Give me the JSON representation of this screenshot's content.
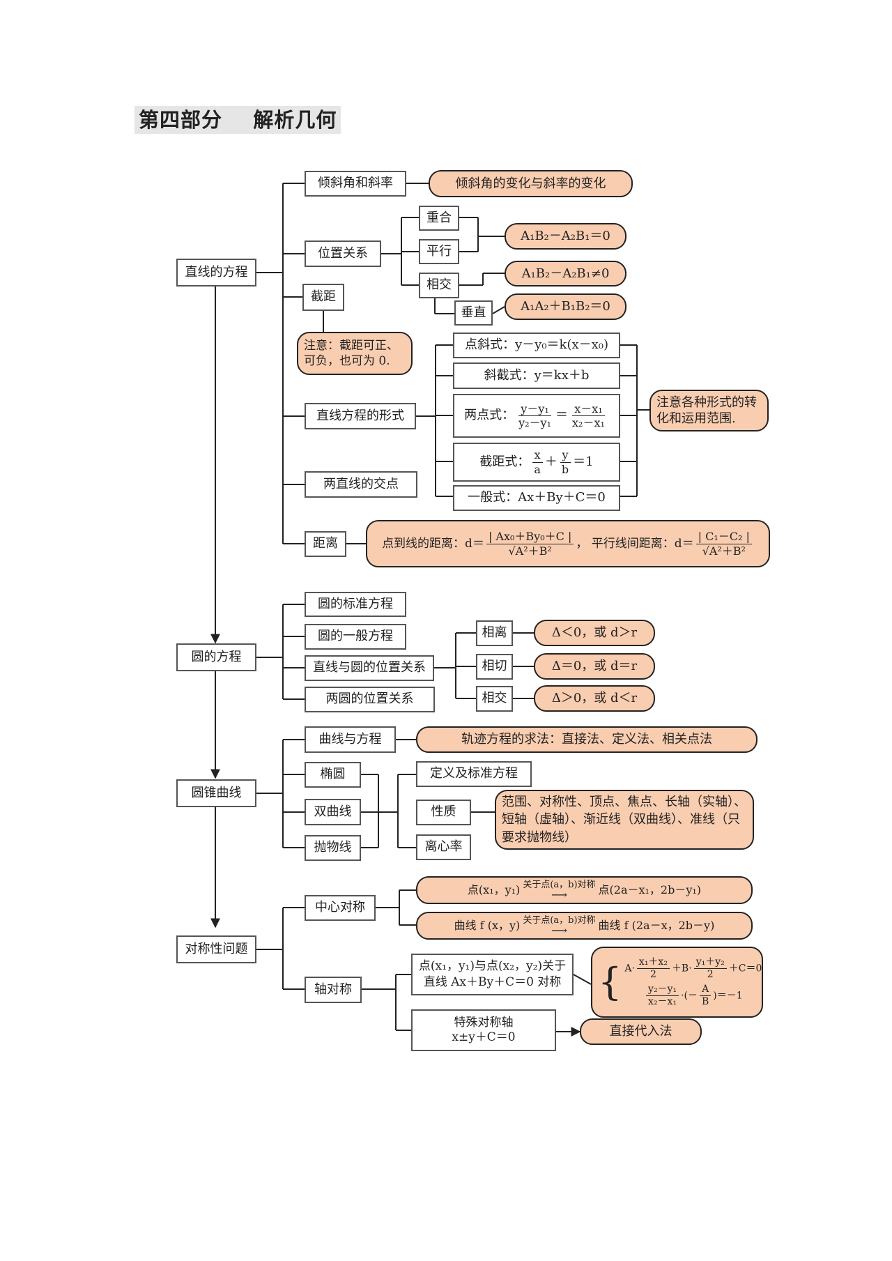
{
  "title": "第四部分    解析几何",
  "line": {
    "root": "直线的方程",
    "incline": "倾斜角和斜率",
    "incline_note": "倾斜角的变化与斜率的变化",
    "position": "位置关系",
    "coincide": "重合",
    "parallel": "平行",
    "intersect": "相交",
    "perpendicular": "垂直",
    "cond_parallel": "A₁B₂－A₂B₁＝0",
    "cond_intersect": "A₁B₂－A₂B₁≠0",
    "cond_perp": "A₁A₂＋B₁B₂＝0",
    "intercept": "截距",
    "intercept_note": "注意：截距可正、可负，也可为 0.",
    "forms": "直线方程的形式",
    "form_point_slope_label": "点斜式：",
    "form_point_slope": "y－y₀＝k(x－x₀)",
    "form_slope_int_label": "斜截式：",
    "form_slope_int": "y＝kx＋b",
    "form_two_point_label": "两点式：",
    "form_two_point_n1": "y－y₁",
    "form_two_point_d1": "y₂－y₁",
    "form_two_point_eq": "＝",
    "form_two_point_n2": "x－x₁",
    "form_two_point_d2": "x₂－x₁",
    "form_intercept_label": "截距式：",
    "form_intercept_nx": "x",
    "form_intercept_da": "a",
    "form_intercept_plus": "＋",
    "form_intercept_ny": "y",
    "form_intercept_db": "b",
    "form_intercept_rhs": "＝1",
    "form_general_label": "一般式：",
    "form_general": "Ax＋By＋C＝0",
    "forms_note": "注意各种形式的转化和运用范围.",
    "crosspoint": "两直线的交点",
    "distance": "距离",
    "dist_pt_label": "点到线的距离：d＝",
    "dist_pt_num": "| Ax₀＋By₀＋C |",
    "dist_pt_den": "√A²＋B²",
    "dist_par_label": "，  平行线间距离：d＝",
    "dist_par_num": "| C₁－C₂ |",
    "dist_par_den": "√A²＋B²"
  },
  "circle": {
    "root": "圆的方程",
    "standard": "圆的标准方程",
    "general": "圆的一般方程",
    "line_circle": "直线与圆的位置关系",
    "two_circles": "两圆的位置关系",
    "apart": "相离",
    "tangent": "相切",
    "intersect": "相交",
    "cond_apart": "Δ＜0，或 d＞r",
    "cond_tangent": "Δ＝0，或 d＝r",
    "cond_intersect": "Δ＞0，或 d＜r"
  },
  "conic": {
    "root": "圆锥曲线",
    "curve_eq": "曲线与方程",
    "locus_note": "轨迹方程的求法：直接法、定义法、相关点法",
    "ellipse": "椭圆",
    "hyperbola": "双曲线",
    "parabola": "抛物线",
    "definition": "定义及标准方程",
    "property": "性质",
    "eccentricity": "离心率",
    "property_note": "范围、对称性、顶点、焦点、长轴（实轴）、短轴（虚轴）、渐近线（双曲线）、准线（只要求抛物线）"
  },
  "symmetry": {
    "root": "对称性问题",
    "central": "中心对称",
    "axial": "轴对称",
    "central_pt_from": "点(x₁，y₁)",
    "central_pt_arrow": "关于点(a，b)对称",
    "central_pt_to": "点(2a－x₁，2b－y₁)",
    "central_curve_from": "曲线 f (x，y)",
    "central_curve_arrow": "关于点(a，b)对称",
    "central_curve_to": "曲线 f (2a－x，2b－y)",
    "axial_point": "点(x₁，y₁)与点(x₂，y₂)关于直线 Ax＋By＋C＝0 对称",
    "axial_eq1_a": "A·",
    "axial_eq1_n1": "x₁＋x₂",
    "axial_eq1_d1": "2",
    "axial_eq1_mid": "＋B·",
    "axial_eq1_n2": "y₁＋y₂",
    "axial_eq1_d2": "2",
    "axial_eq1_end": "＋C＝0",
    "axial_eq2_n1": "y₂－y₁",
    "axial_eq2_d1": "x₂－x₁",
    "axial_eq2_mid": "·(－",
    "axial_eq2_n2": "A",
    "axial_eq2_d2": "B",
    "axial_eq2_end": ")＝－1",
    "special_axis_1": "特殊对称轴",
    "special_axis_2": "x±y＋C＝0",
    "direct_sub": "直接代入法"
  }
}
